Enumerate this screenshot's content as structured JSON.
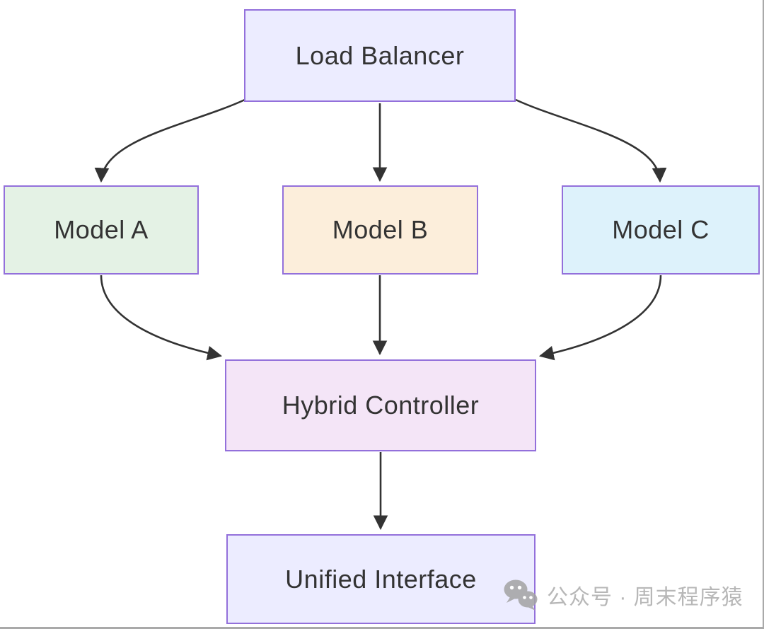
{
  "diagram": {
    "nodes": [
      {
        "id": "load-balancer",
        "label": "Load Balancer",
        "fill": "#ECECFF"
      },
      {
        "id": "model-a",
        "label": "Model A",
        "fill": "#E4F2E5"
      },
      {
        "id": "model-b",
        "label": "Model B",
        "fill": "#FCEEDB"
      },
      {
        "id": "model-c",
        "label": "Model C",
        "fill": "#DDF2FB"
      },
      {
        "id": "hybrid-controller",
        "label": "Hybrid Controller",
        "fill": "#F4E5F7"
      },
      {
        "id": "unified-interface",
        "label": "Unified Interface",
        "fill": "#ECECFF"
      }
    ],
    "edges": [
      {
        "from": "load-balancer",
        "to": "model-a"
      },
      {
        "from": "load-balancer",
        "to": "model-b"
      },
      {
        "from": "load-balancer",
        "to": "model-c"
      },
      {
        "from": "model-a",
        "to": "hybrid-controller"
      },
      {
        "from": "model-b",
        "to": "hybrid-controller"
      },
      {
        "from": "model-c",
        "to": "hybrid-controller"
      },
      {
        "from": "hybrid-controller",
        "to": "unified-interface"
      }
    ],
    "node_border_color": "#9370DB",
    "arrow_color": "#333333",
    "text_color": "#333333"
  },
  "watermark": {
    "icon": "wechat-icon",
    "text": "公众号 · 周末程序猿",
    "color": "#b7b7b7",
    "icon_color": "#a3a3a3"
  }
}
